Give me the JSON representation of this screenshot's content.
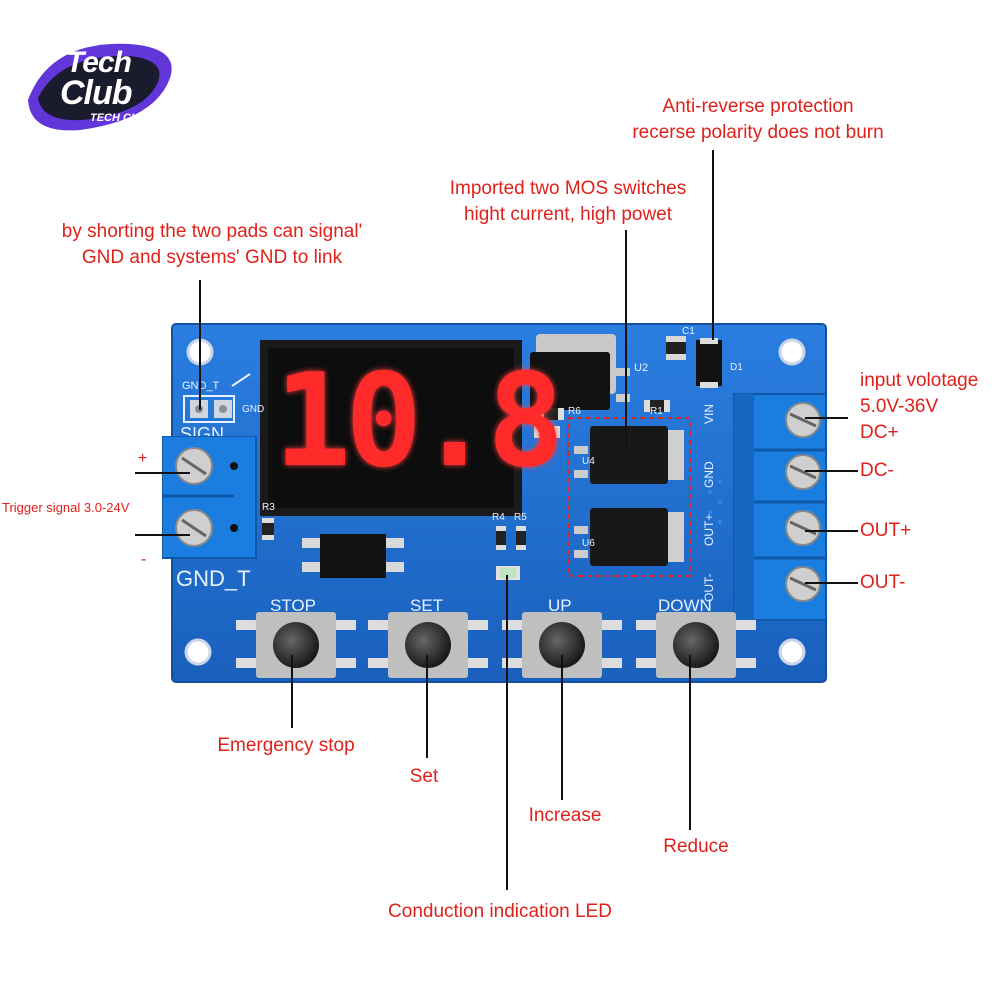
{
  "logo": {
    "text_top": "Tech",
    "text_mid": "Club",
    "text_small": "TECH CLUB"
  },
  "display": {
    "digits": "10.8"
  },
  "board": {
    "sign_label": "SIGN",
    "gnd_t_top": "GND_T",
    "gnd_side": "GND",
    "gnd_t_bottom": "GND_T",
    "components": {
      "u2": "U2",
      "c1": "C1",
      "d1": "D1",
      "r6": "R6",
      "r1": "R1",
      "u4": "U4",
      "u6": "U6",
      "r3": "R3",
      "r4": "R4",
      "r5": "R5"
    },
    "terminal_labels": {
      "vin": "VIN",
      "gnd": "GND",
      "out_plus": "OUT+",
      "out_minus": "OUT-"
    },
    "buttons": {
      "stop": "STOP",
      "set": "SET",
      "up": "UP",
      "down": "DOWN"
    }
  },
  "annotations": {
    "anti_reverse_1": "Anti-reverse protection",
    "anti_reverse_2": "recerse polarity does not burn",
    "mos_1": "Imported two MOS switches",
    "mos_2": "hight current, high powet",
    "shorting_1": "by shorting the two pads can signal'",
    "shorting_2": "GND and systems' GND to link",
    "input_voltage_1": "input volotage",
    "input_voltage_2": "5.0V-36V",
    "dc_plus": "DC+",
    "dc_minus": "DC-",
    "out_plus": "OUT+",
    "out_minus": "OUT-",
    "plus": "+",
    "minus": "-",
    "trigger": "Trigger signal 3.0-24V",
    "emergency_stop": "Emergency stop",
    "set": "Set",
    "increase": "Increase",
    "reduce": "Reduce",
    "led": "Conduction indication LED"
  },
  "colors": {
    "annotation": "#e0211b",
    "pcb": "#1f6fd0",
    "terminal": "#1b7de0",
    "digit": "#ff2a2a"
  }
}
